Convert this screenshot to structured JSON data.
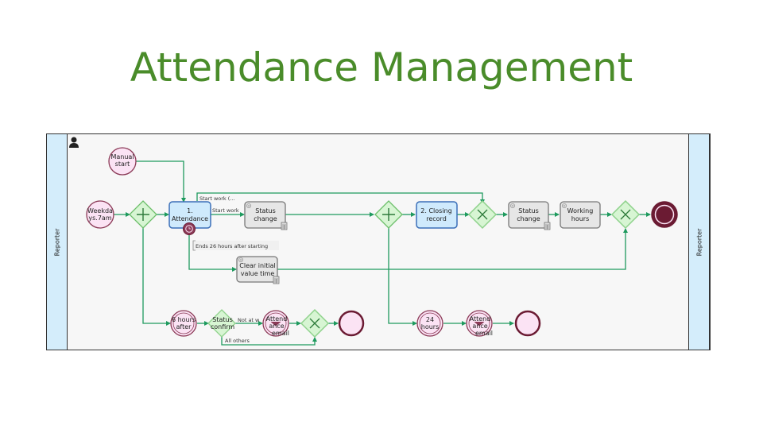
{
  "slide": {
    "title": "Attendance Management"
  },
  "pool": {
    "lane_left_label": "Reporter",
    "lane_right_label": "Reporter",
    "participant_icon": "person-icon"
  },
  "colors": {
    "title": "#4a8c2a",
    "flow": "#1e9a5e",
    "gateway_fill": "#d7f5d3",
    "gateway_stroke": "#6cbf6a",
    "task_fill": "#e6e6e6",
    "callactivity_fill": "#cfeafc",
    "callactivity_stroke": "#3b6fb8",
    "event_fill": "#fbe3f4",
    "event_stroke": "#8b3a57",
    "end_fill": "#6b1b33"
  },
  "nodes": {
    "manual_start": "Manual start",
    "weekdays_start": [
      "Weekda",
      "ys.7am"
    ],
    "attendance": [
      "1.",
      "Attendance"
    ],
    "status_change_1": [
      "Status",
      "change"
    ],
    "clear_initial": [
      "Clear initial",
      "value time"
    ],
    "closing_record": [
      "2. Closing",
      "record"
    ],
    "status_change_2": [
      "Status",
      "change"
    ],
    "working_hours": [
      "Working",
      "hours"
    ],
    "six_hours": [
      "6 hours",
      "after"
    ],
    "status_confirm": [
      "Status",
      "confirm"
    ],
    "attendance_email_1": [
      "Attend",
      "ance",
      "email"
    ],
    "twentyfour_hours": [
      "24",
      "hours"
    ],
    "attendance_email_2": [
      "Attend",
      "ance",
      "email"
    ]
  },
  "flow_labels": {
    "start_work_top": "Start work (...",
    "start_work": "Start work",
    "ends_26": "Ends 26 hours after starting",
    "not_at_work": "Not at w",
    "all_others": "All others"
  }
}
